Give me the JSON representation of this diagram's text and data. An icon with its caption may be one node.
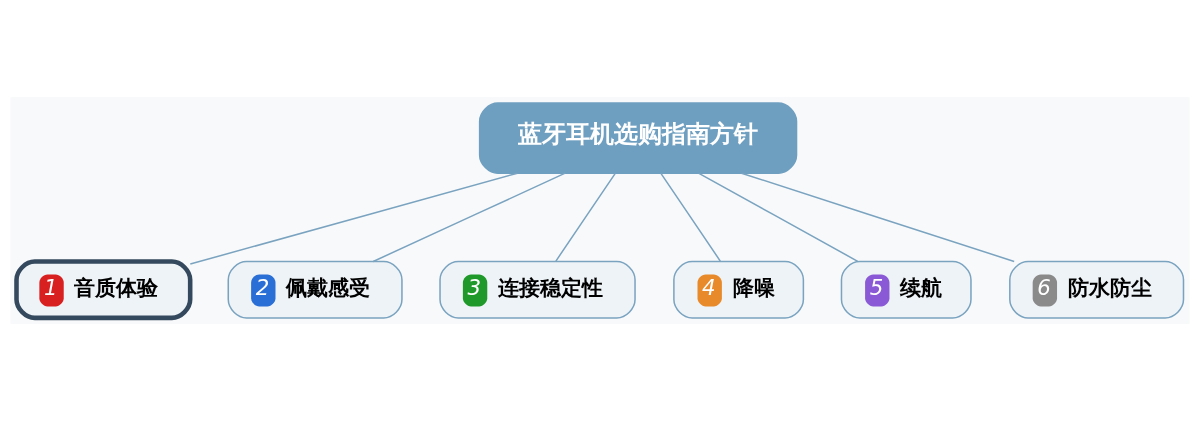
{
  "diagram": {
    "nodes": [
      {
        "text": [
          "蓝牙耳机选购指南方针"
        ]
      },
      {
        "text": [
          "1",
          "音质体验"
        ]
      },
      {
        "text": [
          "2",
          "佩戴感受"
        ]
      },
      {
        "text": [
          "3",
          "连接稳定性"
        ]
      },
      {
        "text": [
          "4",
          "降噪"
        ]
      },
      {
        "text": [
          "5",
          "续航"
        ]
      },
      {
        "text": [
          "6",
          "防水防尘"
        ]
      }
    ],
    "edges": [
      {
        "from": 0,
        "to": 1,
        "arrow": "none"
      },
      {
        "from": 0,
        "to": 2,
        "arrow": "none"
      },
      {
        "from": 0,
        "to": 3,
        "arrow": "none"
      },
      {
        "from": 0,
        "to": 4,
        "arrow": "none"
      },
      {
        "from": 0,
        "to": 5,
        "arrow": "none"
      },
      {
        "from": 0,
        "to": 6,
        "arrow": "none"
      }
    ]
  }
}
